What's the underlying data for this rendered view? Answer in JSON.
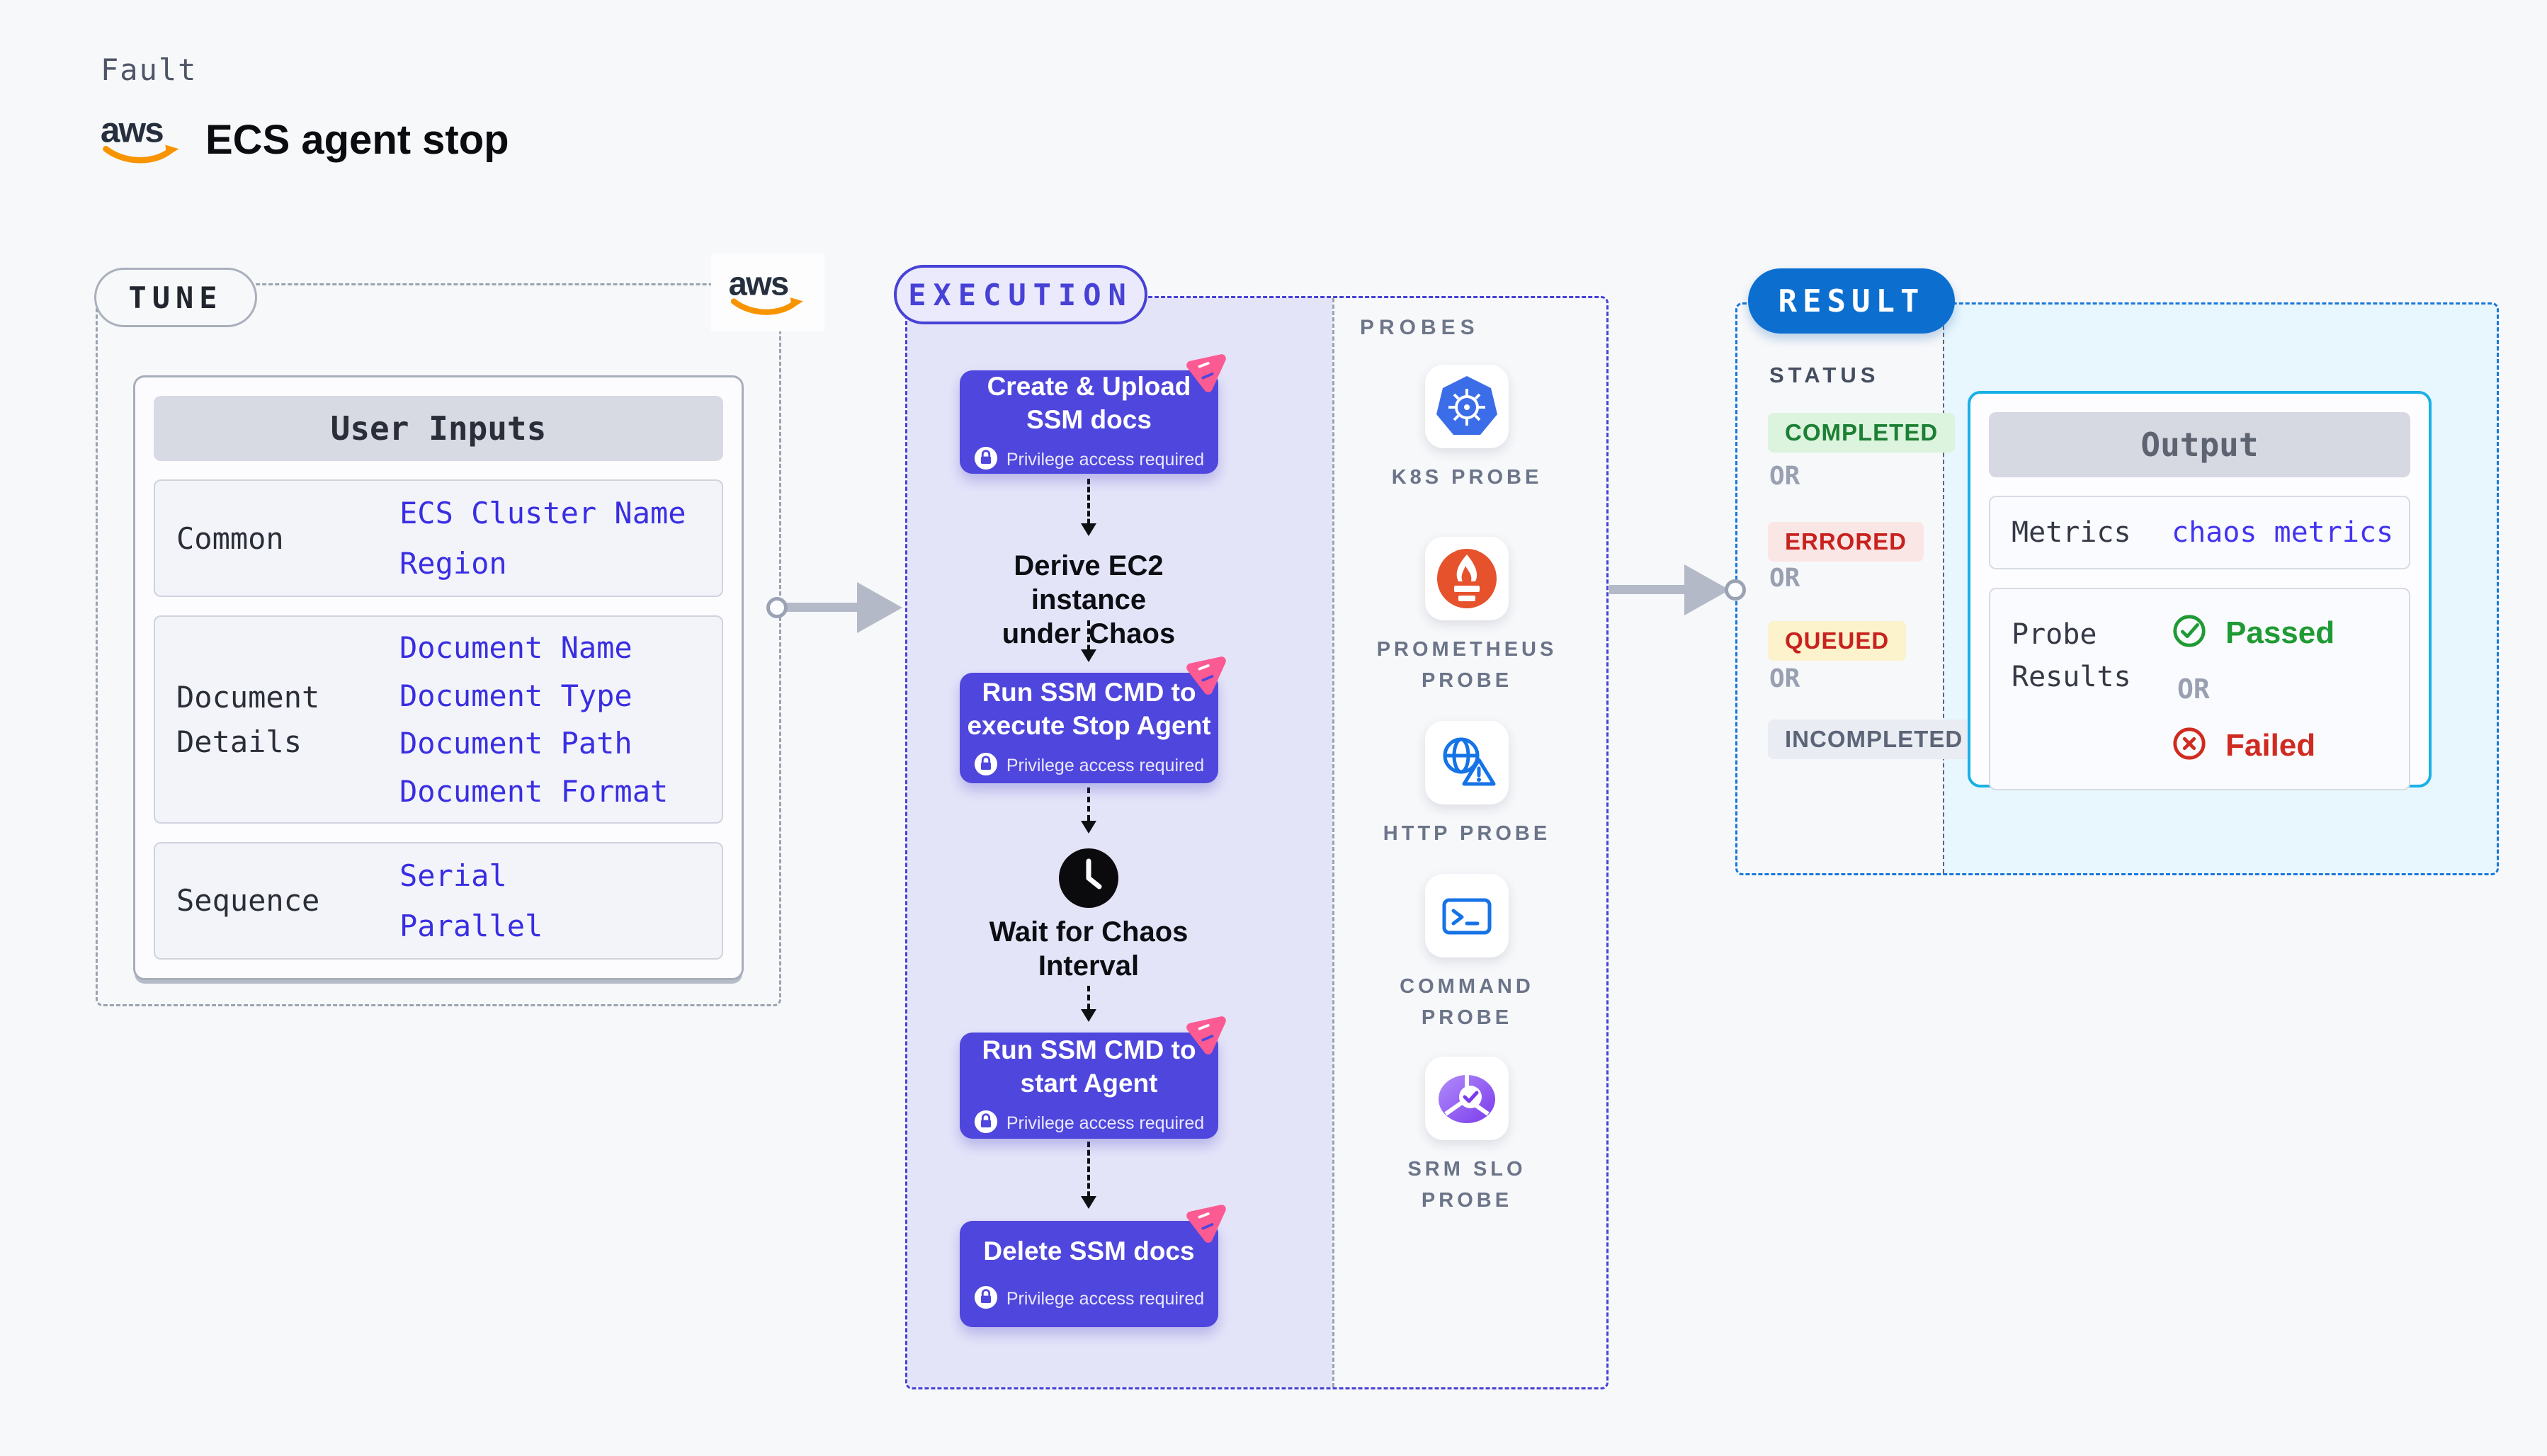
{
  "page": {
    "kicker": "Fault",
    "title": "ECS agent stop",
    "brand": "aws"
  },
  "tune": {
    "badge": "TUNE",
    "table": {
      "title": "User Inputs",
      "groups": [
        {
          "label": "Common",
          "values": [
            "ECS Cluster Name",
            "Region"
          ]
        },
        {
          "label": "Document\nDetails",
          "values": [
            "Document Name",
            "Document Type",
            "Document Path",
            "Document Format"
          ]
        },
        {
          "label": "Sequence",
          "values": [
            "Serial",
            "Parallel"
          ]
        }
      ]
    }
  },
  "execution": {
    "badge": "EXECUTION",
    "steps": [
      {
        "title": "Create & Upload\nSSM docs",
        "note": "Privilege access required"
      },
      {
        "title": "Run SSM CMD to\nexecute Stop Agent",
        "note": "Privilege access required"
      },
      {
        "title": "Run SSM CMD to\nstart Agent",
        "note": "Privilege access required"
      },
      {
        "title": "Delete SSM docs",
        "note": "Privilege access required"
      }
    ],
    "nodes": [
      {
        "text": "Derive EC2 instance\nunder Chaos"
      },
      {
        "text": "Wait for Chaos\nInterval"
      }
    ]
  },
  "probes": {
    "heading": "PROBES",
    "items": [
      {
        "label": "K8S PROBE",
        "icon": "kubernetes-icon"
      },
      {
        "label": "PROMETHEUS\nPROBE",
        "icon": "prometheus-icon"
      },
      {
        "label": "HTTP PROBE",
        "icon": "http-icon"
      },
      {
        "label": "COMMAND\nPROBE",
        "icon": "command-icon"
      },
      {
        "label": "SRM SLO\nPROBE",
        "icon": "srm-slo-icon"
      }
    ]
  },
  "result": {
    "badge": "RESULT",
    "status": {
      "heading": "STATUS",
      "separator": "OR",
      "items": [
        {
          "label": "COMPLETED",
          "kind": "completed"
        },
        {
          "label": "ERRORED",
          "kind": "errored"
        },
        {
          "label": "QUEUED",
          "kind": "queued"
        },
        {
          "label": "INCOMPLETED",
          "kind": "incompleted"
        }
      ]
    },
    "output": {
      "title": "Output",
      "metrics_label": "Metrics",
      "metrics_value": "chaos metrics",
      "probe_results_label": "Probe\nResults",
      "passed": "Passed",
      "or": "OR",
      "failed": "Failed"
    }
  },
  "colors": {
    "page_bg": "#f7f8fa",
    "accent_indigo": "#4f46dd",
    "execution_border": "#4741d6",
    "lavender_panel": "#e4e4f9",
    "result_blue": "#0c6fd0",
    "result_border": "#1778db",
    "result_panel": "#e8f6fd",
    "output_border": "#19b1e6",
    "value_blue": "#392ee2",
    "chaos_pink": "#fb5b92",
    "passed_green": "#1f9a34",
    "failed_red": "#d02b20",
    "aws_orange": "#f79400",
    "aws_navy": "#252f3e"
  }
}
